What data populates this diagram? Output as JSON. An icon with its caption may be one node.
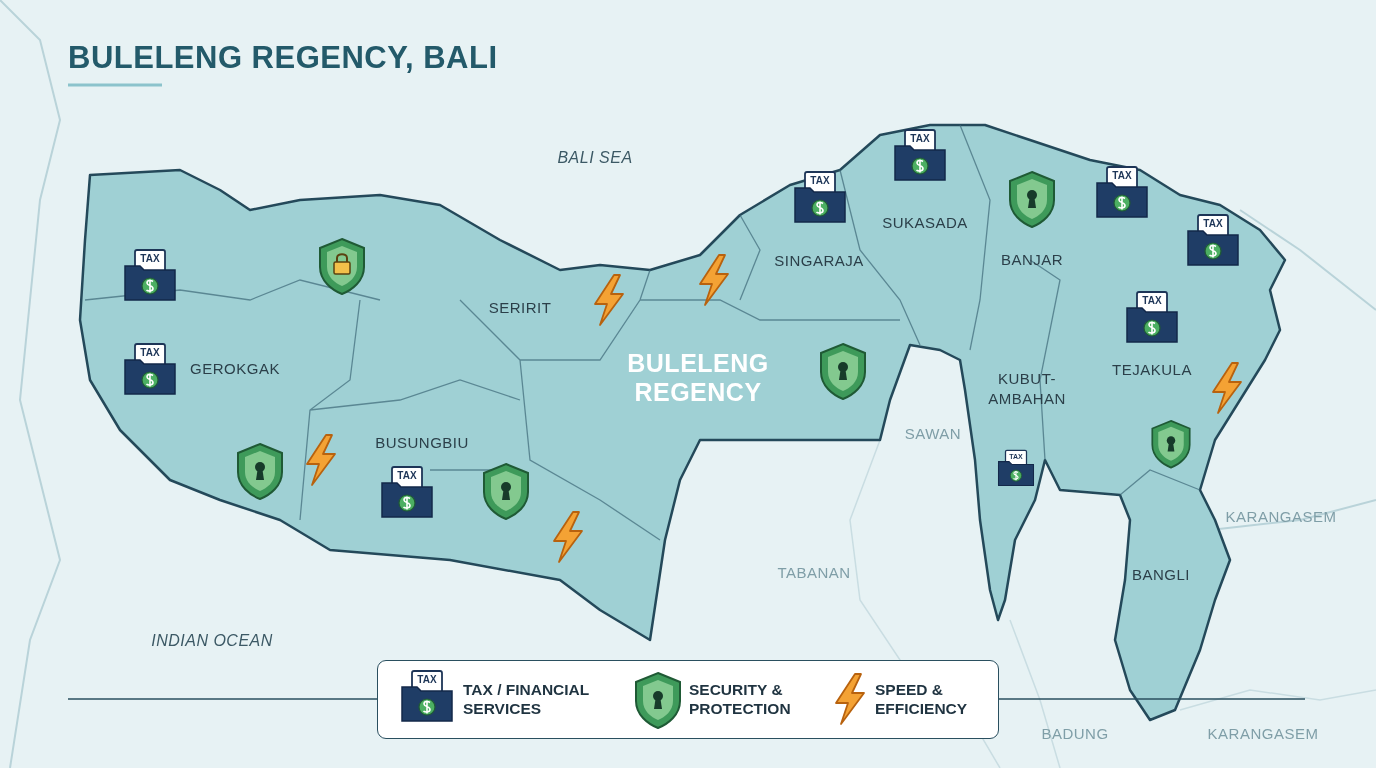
{
  "diagram": {
    "title": "BULELENG REGENCY, BALI",
    "labels": [
      "BALI SEA",
      "SUKASADA",
      "BANJAR",
      "SINGARAJA",
      "SERIRIT",
      "GEROKGAK",
      "BULELENG REGENCY",
      "KUBUT-AMBAHAN",
      "TEJAKULA",
      "SAWAN",
      "BUSUNGBIU",
      "KARANGASEM",
      "TABANAN",
      "BANGLI",
      "INDIAN OCEAN",
      "BADUNG",
      "KARANGASEM",
      "TAX",
      "TAX",
      "TAX",
      "TAX",
      "TAX",
      "TAX",
      "TAX",
      "TAX",
      "TAX",
      "TAX"
    ],
    "legend": [
      {
        "text": "TAX / FINANCIAL SERVICES"
      },
      {
        "text": "SECURITY & PROTECTION"
      },
      {
        "text": "SPEED & EFFICIENCY"
      }
    ]
  }
}
